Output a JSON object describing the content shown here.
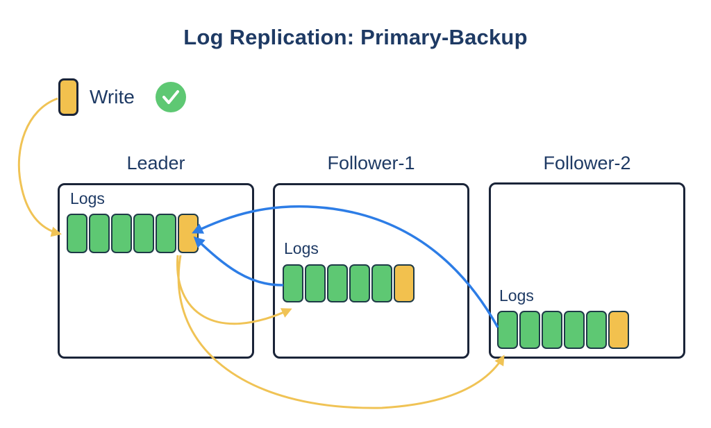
{
  "title": "Log Replication: Primary-Backup",
  "client": {
    "label": "Write",
    "status_icon": "check-icon",
    "entry_color": "yellow"
  },
  "nodes": [
    {
      "id": "leader",
      "title": "Leader",
      "logs_label": "Logs",
      "segments": [
        "green",
        "green",
        "green",
        "green",
        "green",
        "yellow"
      ]
    },
    {
      "id": "follower-1",
      "title": "Follower-1",
      "logs_label": "Logs",
      "segments": [
        "green",
        "green",
        "green",
        "green",
        "green",
        "yellow"
      ]
    },
    {
      "id": "follower-2",
      "title": "Follower-2",
      "logs_label": "Logs",
      "segments": [
        "green",
        "green",
        "green",
        "green",
        "green",
        "yellow"
      ]
    }
  ],
  "flows": [
    {
      "from": "client-write",
      "to": "leader-logs",
      "color": "yellow"
    },
    {
      "from": "leader-logs",
      "to": "follower-1-logs",
      "color": "yellow"
    },
    {
      "from": "leader-logs",
      "to": "follower-2-logs",
      "color": "yellow"
    },
    {
      "from": "follower-1-logs",
      "to": "leader-logs",
      "color": "blue"
    },
    {
      "from": "follower-2-logs",
      "to": "leader-logs",
      "color": "blue"
    }
  ],
  "colors": {
    "navy": "#1e3a64",
    "box-border": "#1a2438",
    "seg-border": "#1e3a47",
    "green": "#5ec873",
    "yellow": "#f2c14e",
    "blue": "#2d7de6",
    "arrow-yellow": "#f0c355",
    "bg": "#ffffff"
  }
}
